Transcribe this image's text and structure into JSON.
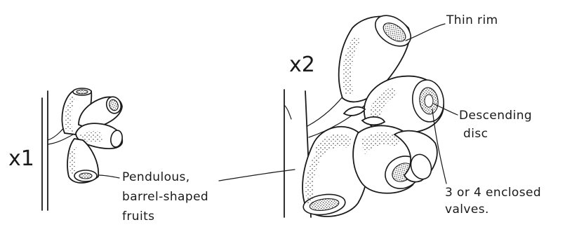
{
  "scale_small": "x1",
  "scale_large": "x2",
  "labels": {
    "thin_rim": "Thin rim",
    "descending_disc_line1": "Descending",
    "descending_disc_line2": "disc",
    "pendulous_line1": "Pendulous,",
    "pendulous_line2": "barrel-shaped",
    "pendulous_line3": "fruits",
    "valves_line1": "3 or 4 enclosed",
    "valves_line2": "valves."
  },
  "colors": {
    "ink": "#1a1a1a",
    "paper": "#ffffff"
  }
}
